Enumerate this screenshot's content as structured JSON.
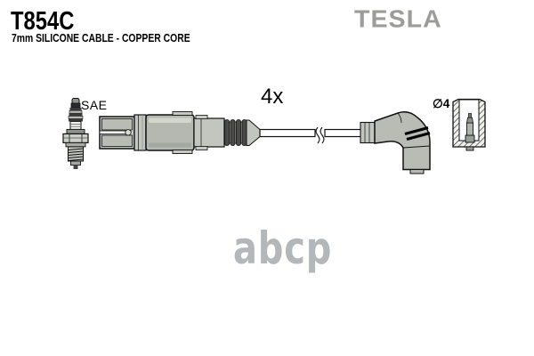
{
  "header": {
    "part_number": "T854C",
    "subtitle": "7mm SILICONE CABLE - COPPER CORE",
    "brand_logo": "TESLA"
  },
  "diagram": {
    "quantity_label": "4x",
    "plug_standard_label": "SAE",
    "terminal_diameter_label": "∅4",
    "component_icons": [
      "spark-plug-icon",
      "straight-coil-connector-boot-icon",
      "ignition-cable-with-break-icon",
      "right-angle-plug-boot-icon",
      "terminal-cap-cross-section-icon"
    ]
  },
  "watermark": {
    "text": "abcp"
  },
  "colors": {
    "background": "#ffffff",
    "outline": "#111111",
    "part_fill_light": "#c6cac2",
    "part_fill_dark": "#b2b6ae",
    "rib_dark": "#4a4a48",
    "brand_gray": "#9c9c9a",
    "watermark_gray": "#b3b7ba"
  }
}
